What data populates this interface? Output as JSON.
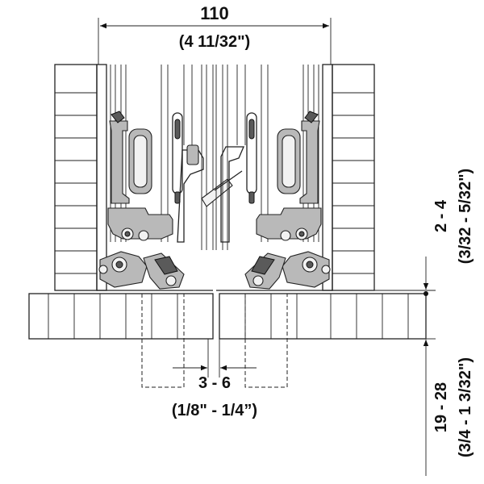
{
  "dimensions": {
    "top_width": {
      "value": "110",
      "imperial": "(4 11/32\")"
    },
    "gap": {
      "value": "3 - 6",
      "imperial": "(1/8\" - 1/4”)"
    },
    "right_upper": {
      "value": "2 - 4",
      "imperial": "(3/32 - 5/32\")"
    },
    "right_lower": {
      "value": "19 - 28",
      "imperial": "(3/4 - 1 3/32\")"
    }
  },
  "colors": {
    "line": "#222222",
    "fill_grey": "#b9b9b9",
    "fill_dark": "#5a5a5a",
    "background": "#ffffff"
  }
}
